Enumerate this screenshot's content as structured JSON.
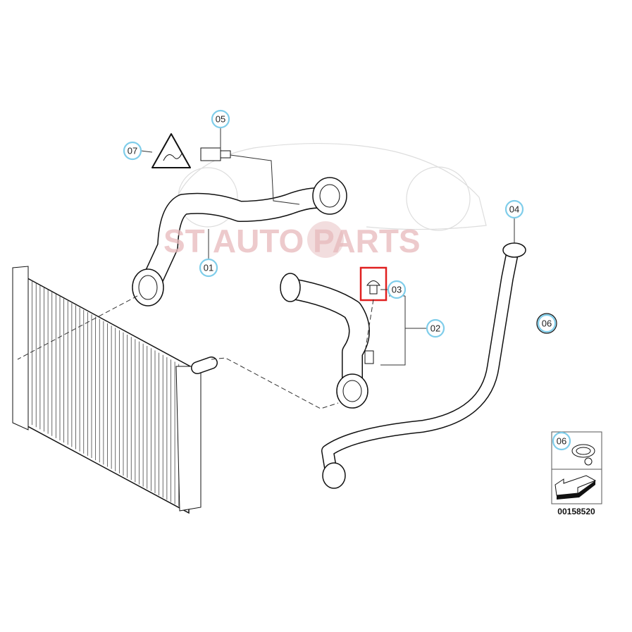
{
  "diagram": {
    "watermark": "ST AUTO PARTS",
    "part_number": "00158520",
    "callouts": {
      "c01": "01",
      "c02": "02",
      "c03": "03",
      "c04": "04",
      "c05": "05",
      "c06": "06",
      "c06_inset": "06",
      "c07": "07"
    },
    "highlight_color": "#e02020",
    "callout_color": "#7fcdea"
  }
}
